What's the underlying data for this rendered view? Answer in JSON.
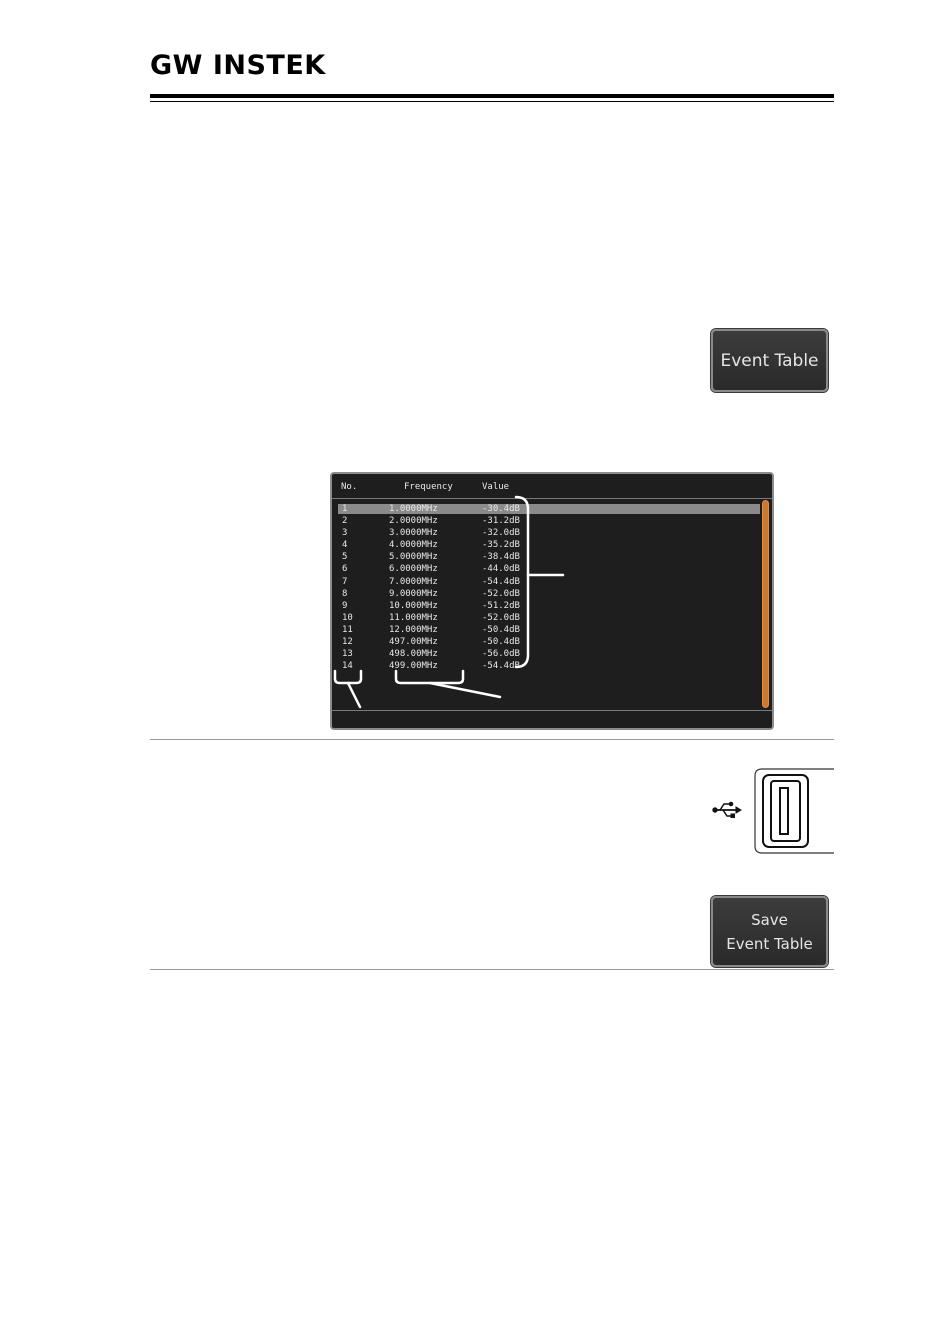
{
  "header": {
    "brand": "GW INSTEK"
  },
  "softkeys": {
    "event_table": "Event Table",
    "save_line1": "Save",
    "save_line2": "Event Table"
  },
  "table": {
    "columns": [
      "No.",
      "Frequency",
      "Value"
    ],
    "rows": [
      {
        "no": "1",
        "freq": "1.0000MHz",
        "value": "-30.4dB"
      },
      {
        "no": "2",
        "freq": "2.0000MHz",
        "value": "-31.2dB"
      },
      {
        "no": "3",
        "freq": "3.0000MHz",
        "value": "-32.0dB"
      },
      {
        "no": "4",
        "freq": "4.0000MHz",
        "value": "-35.2dB"
      },
      {
        "no": "5",
        "freq": "5.0000MHz",
        "value": "-38.4dB"
      },
      {
        "no": "6",
        "freq": "6.0000MHz",
        "value": "-44.0dB"
      },
      {
        "no": "7",
        "freq": "7.0000MHz",
        "value": "-54.4dB"
      },
      {
        "no": "8",
        "freq": "9.0000MHz",
        "value": "-52.0dB"
      },
      {
        "no": "9",
        "freq": "10.000MHz",
        "value": "-51.2dB"
      },
      {
        "no": "10",
        "freq": "11.000MHz",
        "value": "-52.0dB"
      },
      {
        "no": "11",
        "freq": "12.000MHz",
        "value": "-50.4dB"
      },
      {
        "no": "12",
        "freq": "497.00MHz",
        "value": "-50.4dB"
      },
      {
        "no": "13",
        "freq": "498.00MHz",
        "value": "-56.0dB"
      },
      {
        "no": "14",
        "freq": "499.00MHz",
        "value": "-54.4dB"
      }
    ],
    "selected_row": 0
  },
  "colors": {
    "screen_bg": "#1e1e1e",
    "scrollbar": "#c87a32",
    "highlight": "#8a8a8a"
  },
  "icons": {
    "usb": "usb-icon",
    "usb_port": "usb-port-icon"
  }
}
